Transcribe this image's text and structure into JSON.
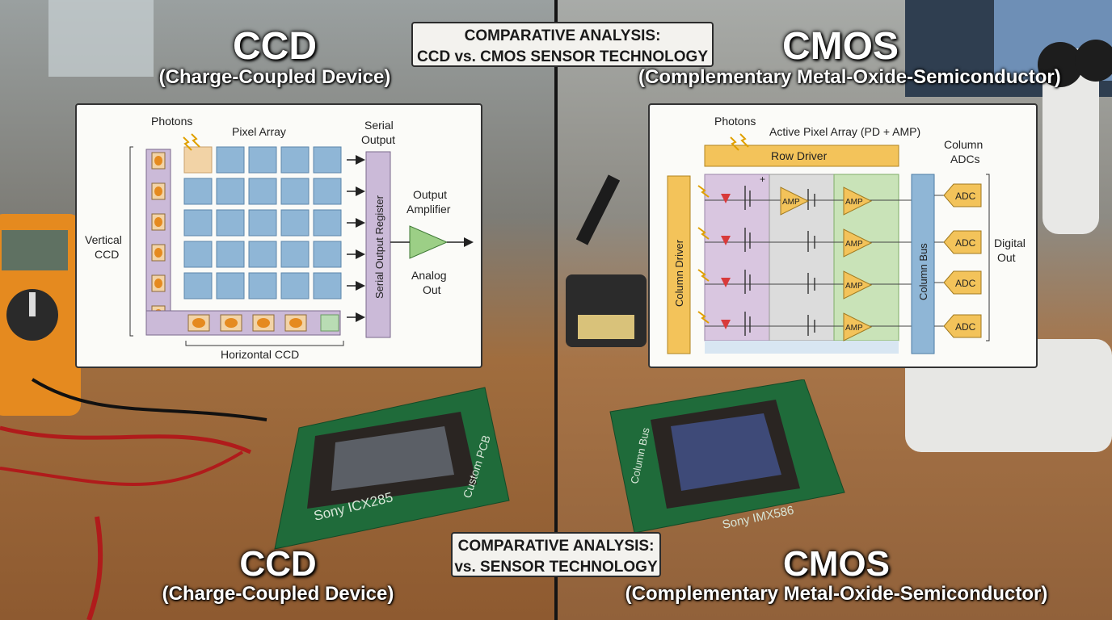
{
  "top_banner": {
    "line1": "COMPARATIVE ANALYSIS:",
    "line2": "CCD vs. CMOS SENSOR TECHNOLOGY"
  },
  "bottom_banner": {
    "line1": "COMPARATIVE ANALYSIS:",
    "line2": "vs.   SENSOR TECHNOLOGY"
  },
  "left": {
    "title": "CCD",
    "subtitle": "(Charge-Coupled Device)",
    "bottom_title": "CCD",
    "bottom_subtitle": "(Charge-Coupled Device)",
    "diagram": {
      "photons": "Photons",
      "pixel_array": "Pixel Array",
      "serial_output_1": "Serial",
      "serial_output_2": "Output",
      "output_amp_1": "Output",
      "output_amp_2": "Amplifier",
      "vertical_ccd_1": "Vertical",
      "vertical_ccd_2": "CCD",
      "serial_register": "Serial Output Register",
      "analog_out_1": "Analog",
      "analog_out_2": "Out",
      "horizontal_ccd": "Horizontal CCD"
    },
    "chip": {
      "label": "Sony  ICX285",
      "side_label": "Custom PCB"
    }
  },
  "right": {
    "title": "CMOS",
    "subtitle": "(Complementary Metal-Oxide-Semiconductor)",
    "bottom_title": "CMOS",
    "bottom_subtitle": "(Complementary Metal-Oxide-Semiconductor)",
    "diagram": {
      "photons": "Photons",
      "active_array": "Active Pixel Array (PD + AMP)",
      "row_driver": "Row Driver",
      "column_adcs_1": "Column",
      "column_adcs_2": "ADCs",
      "column_driver": "Column Driver",
      "column_bus": "Column Bus",
      "amp": "AMP",
      "adc": "ADC",
      "digital_out_1": "Digital",
      "digital_out_2": "Out",
      "plus": "+"
    },
    "chip": {
      "label": "Sony  IMX586",
      "side_label": "Column Bus"
    }
  },
  "colors": {
    "pixel_blue": "#8fb6d6",
    "register_purple": "#cbbad8",
    "amp_green": "#9ccf86",
    "driver_yellow": "#f3c35a",
    "bus_blue": "#8fb6d6",
    "pcb_green": "#1f6b3a"
  }
}
